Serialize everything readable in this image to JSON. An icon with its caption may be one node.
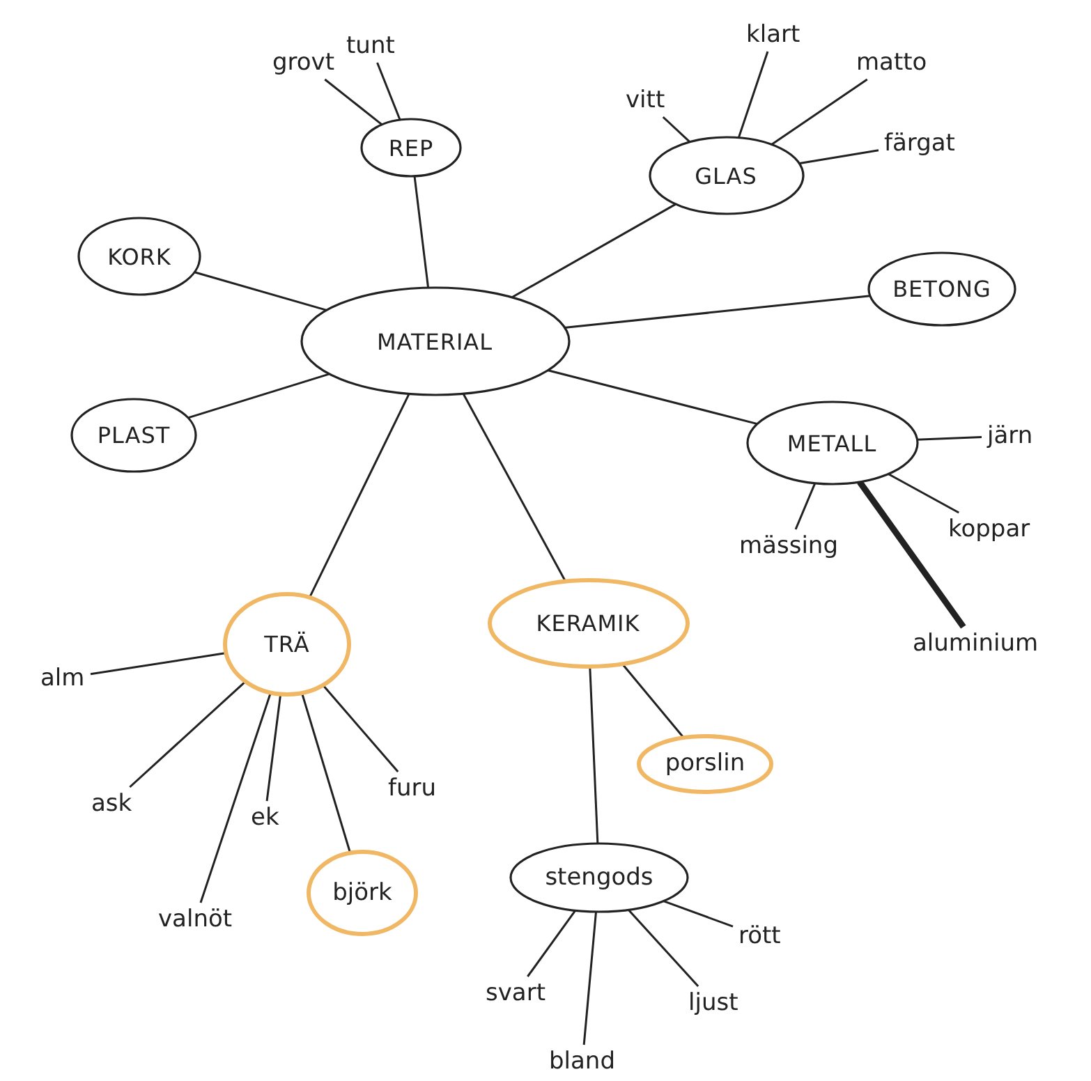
{
  "diagram": {
    "nodes": [
      {
        "text": [
          "MATERIAL"
        ]
      },
      {
        "text": [
          "REP"
        ]
      },
      {
        "text": [
          "grovt"
        ]
      },
      {
        "text": [
          "tunt"
        ]
      },
      {
        "text": [
          "GLAS"
        ]
      },
      {
        "text": [
          "vitt"
        ]
      },
      {
        "text": [
          "klart"
        ]
      },
      {
        "text": [
          "matto"
        ]
      },
      {
        "text": [
          "färgat"
        ]
      },
      {
        "text": [
          "KORK"
        ]
      },
      {
        "text": [
          "BETONG"
        ]
      },
      {
        "text": [
          "PLAST"
        ]
      },
      {
        "text": [
          "METALL"
        ]
      },
      {
        "text": [
          "järn"
        ]
      },
      {
        "text": [
          "koppar"
        ]
      },
      {
        "text": [
          "mässing"
        ]
      },
      {
        "text": [
          "aluminium"
        ]
      },
      {
        "text": [
          "TRÄ"
        ]
      },
      {
        "text": [
          "alm"
        ]
      },
      {
        "text": [
          "ask"
        ]
      },
      {
        "text": [
          "valnöt"
        ]
      },
      {
        "text": [
          "ek"
        ]
      },
      {
        "text": [
          "björk"
        ]
      },
      {
        "text": [
          "furu"
        ]
      },
      {
        "text": [
          "KERAMIK"
        ]
      },
      {
        "text": [
          "porslin"
        ]
      },
      {
        "text": [
          "stengods"
        ]
      },
      {
        "text": [
          "svart"
        ]
      },
      {
        "text": [
          "bland"
        ]
      },
      {
        "text": [
          "ljust"
        ]
      },
      {
        "text": [
          "rött"
        ]
      }
    ],
    "edges": [
      {
        "from": 0,
        "to": 1,
        "arrow": "none"
      },
      {
        "from": 1,
        "to": 2,
        "arrow": "none"
      },
      {
        "from": 1,
        "to": 3,
        "arrow": "none"
      },
      {
        "from": 0,
        "to": 4,
        "arrow": "none"
      },
      {
        "from": 4,
        "to": 5,
        "arrow": "none"
      },
      {
        "from": 4,
        "to": 6,
        "arrow": "none"
      },
      {
        "from": 4,
        "to": 7,
        "arrow": "none"
      },
      {
        "from": 4,
        "to": 8,
        "arrow": "none"
      },
      {
        "from": 0,
        "to": 9,
        "arrow": "none"
      },
      {
        "from": 0,
        "to": 10,
        "arrow": "none"
      },
      {
        "from": 0,
        "to": 11,
        "arrow": "none"
      },
      {
        "from": 0,
        "to": 12,
        "arrow": "none"
      },
      {
        "from": 12,
        "to": 13,
        "arrow": "none"
      },
      {
        "from": 12,
        "to": 14,
        "arrow": "none"
      },
      {
        "from": 12,
        "to": 15,
        "arrow": "none"
      },
      {
        "from": 12,
        "to": 16,
        "arrow": "none",
        "style": "thick"
      },
      {
        "from": 0,
        "to": 17,
        "arrow": "none"
      },
      {
        "from": 17,
        "to": 18,
        "arrow": "none"
      },
      {
        "from": 17,
        "to": 19,
        "arrow": "none"
      },
      {
        "from": 17,
        "to": 20,
        "arrow": "none"
      },
      {
        "from": 17,
        "to": 21,
        "arrow": "none"
      },
      {
        "from": 17,
        "to": 22,
        "arrow": "none"
      },
      {
        "from": 17,
        "to": 23,
        "arrow": "none"
      },
      {
        "from": 0,
        "to": 24,
        "arrow": "none"
      },
      {
        "from": 24,
        "to": 25,
        "arrow": "none"
      },
      {
        "from": 24,
        "to": 26,
        "arrow": "none"
      },
      {
        "from": 26,
        "to": 27,
        "arrow": "none"
      },
      {
        "from": 26,
        "to": 28,
        "arrow": "none"
      },
      {
        "from": 26,
        "to": 29,
        "arrow": "none"
      },
      {
        "from": 26,
        "to": 30,
        "arrow": "none"
      }
    ]
  }
}
